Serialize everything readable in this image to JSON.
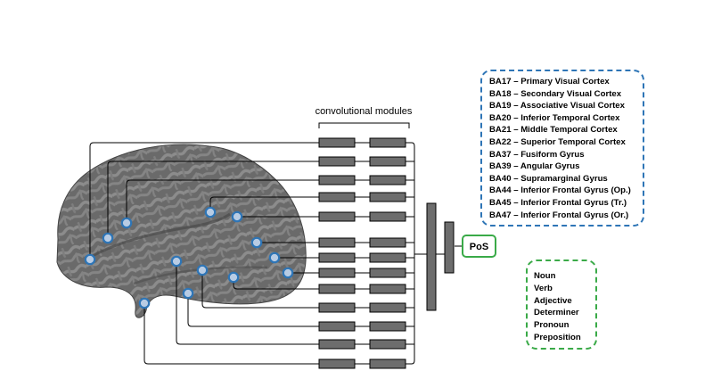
{
  "diagram": {
    "modules_label": "convolutional modules",
    "output_label": "PoS",
    "colors": {
      "brain_dark": "#5f5f5f",
      "brain_light": "#8a8a8a",
      "electrode_fill": "#b8cce4",
      "electrode_ring": "#2e75b6",
      "module_fill": "#6d6d6d",
      "region_border": "#2e75b6",
      "pos_border": "#3aaa48"
    }
  },
  "regions_legend": {
    "items": [
      "BA17 – Primary Visual Cortex",
      "BA18 – Secondary Visual Cortex",
      "BA19 – Associative Visual Cortex",
      "BA20 – Inferior Temporal Cortex",
      "BA21 – Middle Temporal Cortex",
      "BA22 – Superior Temporal Cortex",
      "BA37 – Fusiform Gyrus",
      "BA39 – Angular Gyrus",
      "BA40 – Supramarginal Gyrus",
      "BA44 – Inferior Frontal Gyrus (Op.)",
      "BA45 – Inferior Frontal Gyrus (Tr.)",
      "BA47 – Inferior Frontal Gyrus (Or.)"
    ]
  },
  "pos_legend": {
    "items": [
      "Noun",
      "Verb",
      "Adjective",
      "Determiner",
      "Pronoun",
      "Preposition"
    ]
  }
}
